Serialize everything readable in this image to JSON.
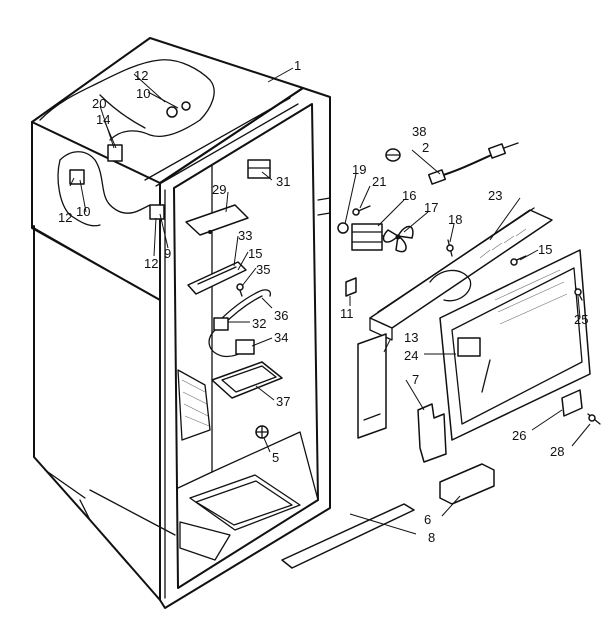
{
  "labels": {
    "c1": "1",
    "c2": "2",
    "c5": "5",
    "c7": "7",
    "c8": "8",
    "c9": "9",
    "c10a": "10",
    "c10b": "10",
    "c11": "11",
    "c12a": "12",
    "c12b": "12",
    "c12c": "12",
    "c13": "13",
    "c14": "14",
    "c15a": "15",
    "c15b": "15",
    "c16": "16",
    "c17": "17",
    "c18": "18",
    "c19": "19",
    "c20": "20",
    "c21": "21",
    "c23": "23",
    "c24": "24",
    "c25": "25",
    "c26": "26",
    "c28": "28",
    "c29": "29",
    "c31": "31",
    "c32": "32",
    "c33": "33",
    "c34": "34",
    "c35": "35",
    "c36": "36",
    "c37": "37",
    "c38": "38",
    "c6": "6"
  }
}
